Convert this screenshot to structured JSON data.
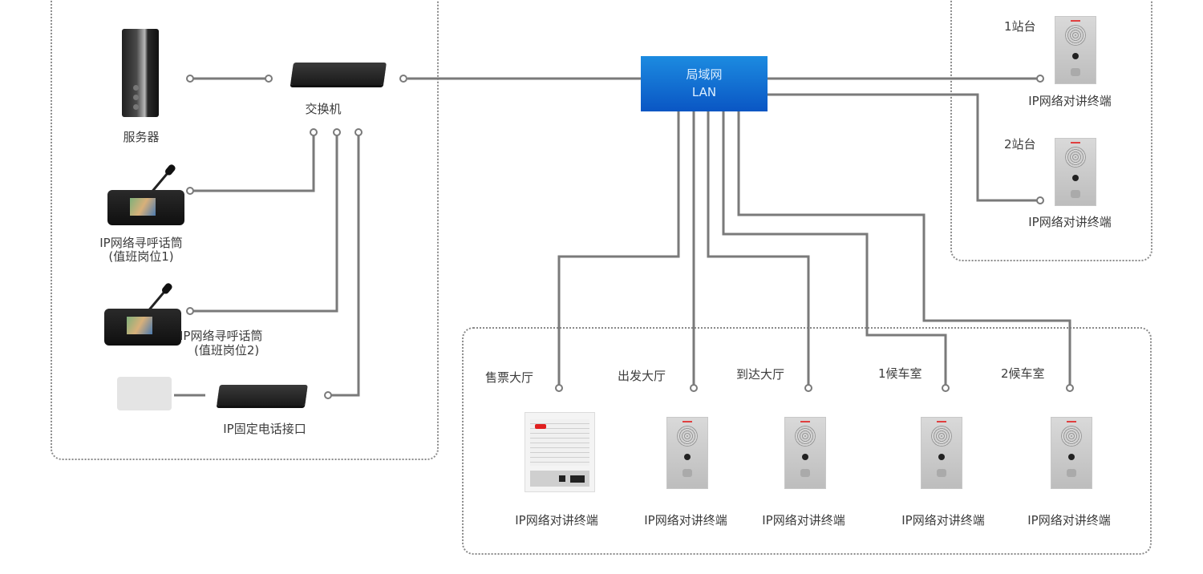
{
  "diagram": {
    "lan": {
      "line1": "局域网",
      "line2": "LAN",
      "color": "#0a6fd6"
    },
    "control_room": {
      "server": "服务器",
      "switch": "交换机",
      "console1": {
        "line1": "IP网络寻呼话筒",
        "line2": "(值班岗位1)"
      },
      "console2": {
        "line1": "IP网络寻呼话筒",
        "line2": "(值班岗位2)"
      },
      "phone_interface": "IP固定电话接口"
    },
    "platforms": [
      {
        "name": "1站台",
        "device": "IP网络对讲终端"
      },
      {
        "name": "2站台",
        "device": "IP网络对讲终端"
      }
    ],
    "halls": [
      {
        "name": "售票大厅",
        "device": "IP网络对讲终端"
      },
      {
        "name": "出发大厅",
        "device": "IP网络对讲终端"
      },
      {
        "name": "到达大厅",
        "device": "IP网络对讲终端"
      },
      {
        "name": "1候车室",
        "device": "IP网络对讲终端"
      },
      {
        "name": "2候车室",
        "device": "IP网络对讲终端"
      }
    ],
    "line_color": "#7a7a7a"
  }
}
